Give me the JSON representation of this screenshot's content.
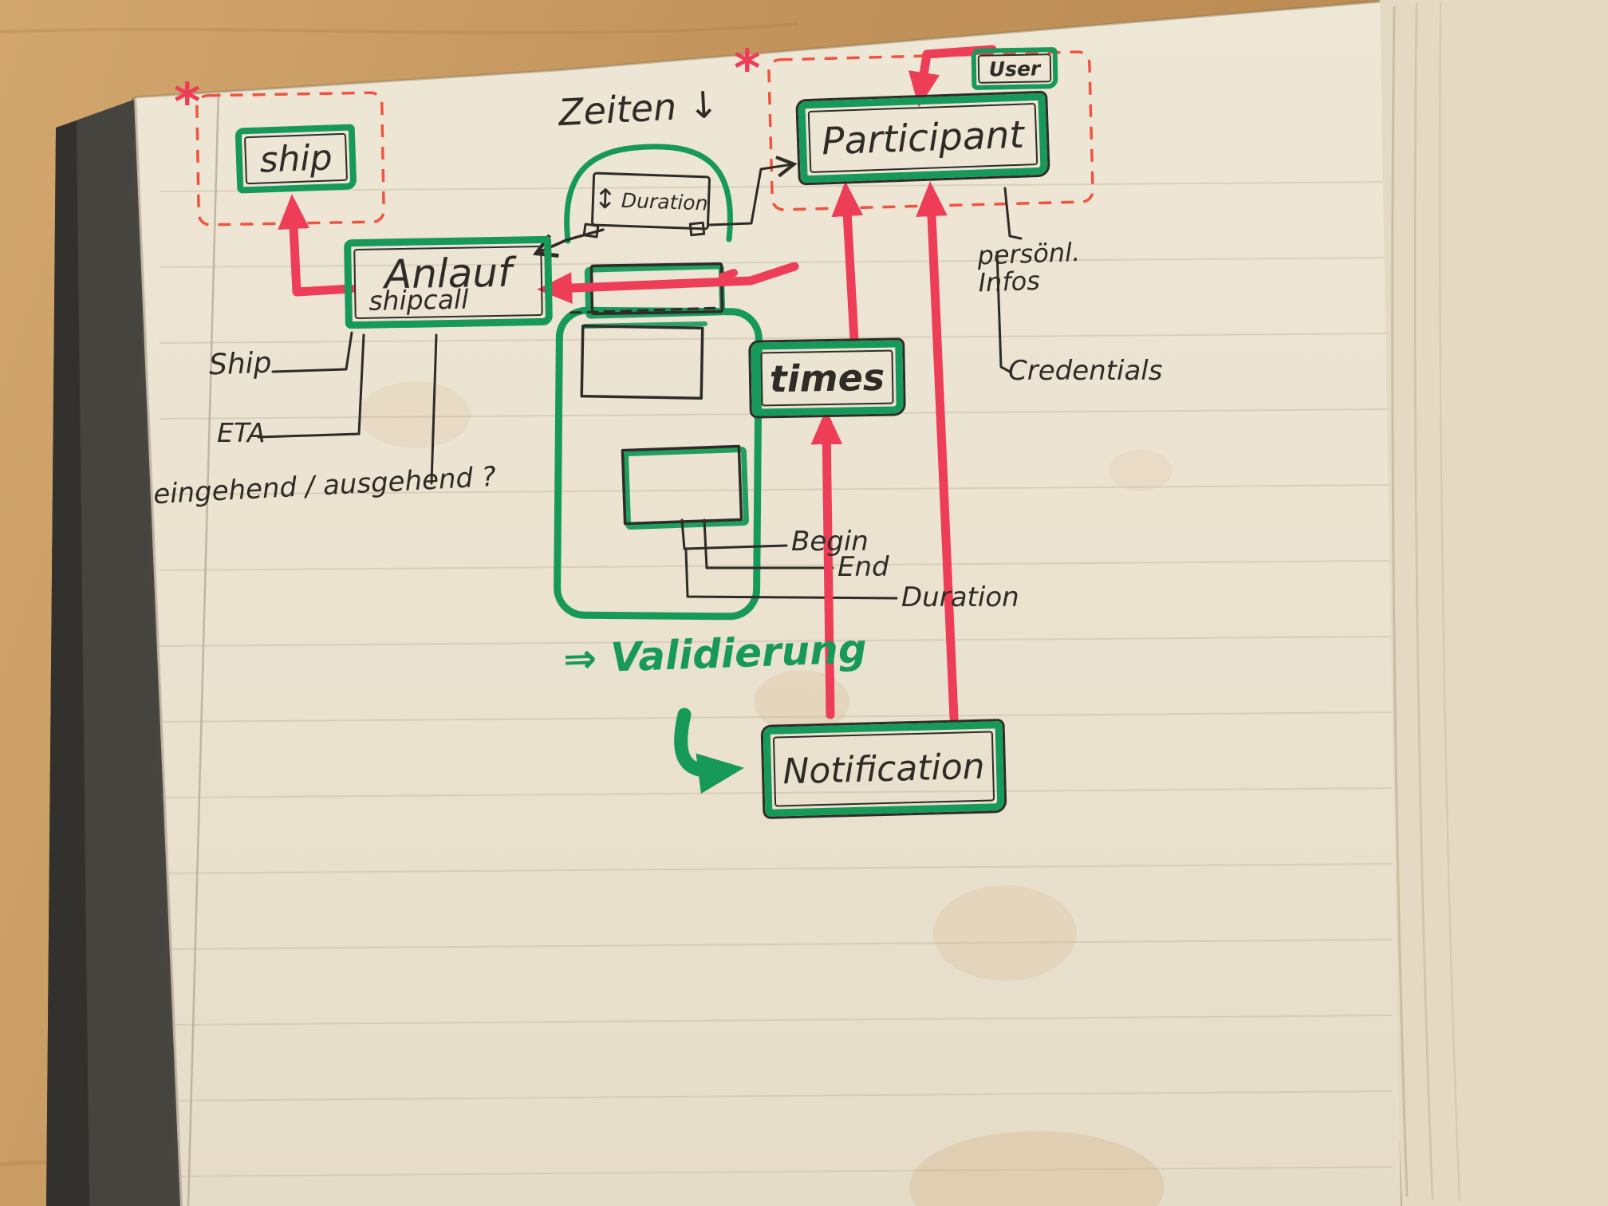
{
  "colors": {
    "green_marker": "#17995a",
    "red_marker": "#ee3d56",
    "red_dashed": "#f0543e",
    "pen": "#2e2c27",
    "page": "#ece4d2",
    "wood": "#c89c62"
  },
  "boxes": {
    "ship": {
      "label": "ship"
    },
    "anlauf": {
      "label": "Anlauf",
      "sublabel": "shipcall"
    },
    "duration": {
      "label": "Duration",
      "updown_arrow": "↕"
    },
    "participant": {
      "label": "Participant"
    },
    "user": {
      "label": "User"
    },
    "times": {
      "label": "times"
    },
    "notification": {
      "label": "Notification"
    }
  },
  "annotations": {
    "zeiten": "Zeiten ↓",
    "asterisk_left": "*",
    "asterisk_right": "*",
    "ship_attr": "Ship",
    "eta": "ETA",
    "inout": "eingehend / ausgehend ?",
    "begin": "Begin",
    "end": "End",
    "duration_attr": "Duration",
    "personal_infos": "persönl. Infos",
    "credentials": "Credentials",
    "validierung": "⇒ Validierung"
  }
}
